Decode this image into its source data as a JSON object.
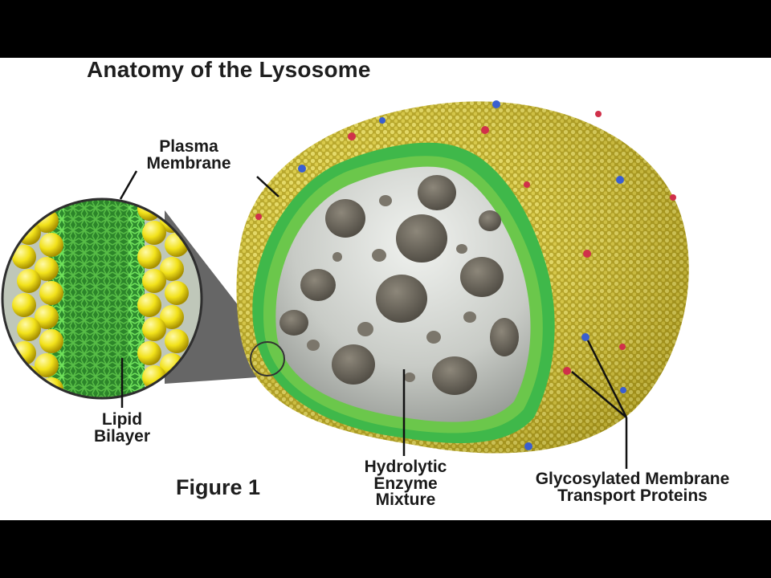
{
  "title": "Anatomy of the Lysosome",
  "figure_label": "Figure 1",
  "labels": {
    "plasma_membrane": [
      "Plasma",
      "Membrane"
    ],
    "lipid_bilayer": [
      "Lipid",
      "Bilayer"
    ],
    "hydrolytic": [
      "Hydrolytic",
      "Enzyme",
      "Mixture"
    ],
    "glyco": [
      "Glycosylated Membrane",
      "Transport Proteins"
    ]
  },
  "colors": {
    "membrane_yellow": "#d8c93a",
    "bilayer_green": "#3fb84a",
    "lumen_gray": "#c9cbc8",
    "enzyme_dark": "#6f6a5f",
    "protein_red": "#d0304a",
    "protein_blue": "#3a5fd0"
  }
}
